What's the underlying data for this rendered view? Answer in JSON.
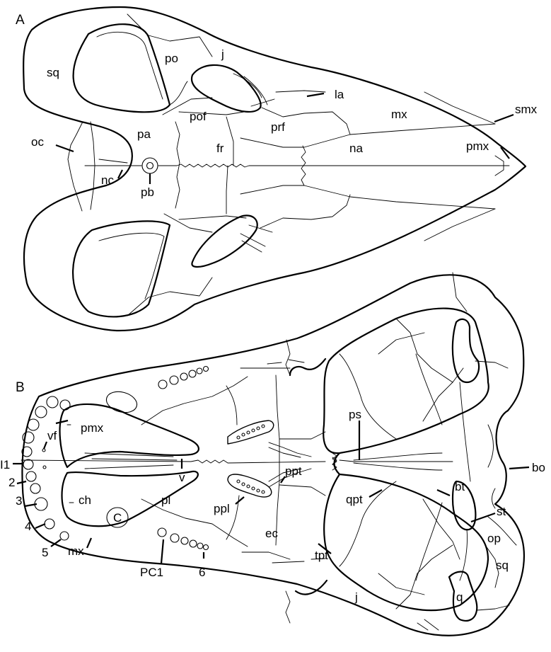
{
  "figure": {
    "panel_a_label": "A",
    "panel_b_label": "B"
  },
  "panel_a": {
    "labels": {
      "sq": "sq",
      "po": "po",
      "j": "j",
      "la": "la",
      "mx": "mx",
      "smx": "smx",
      "pof": "pof",
      "prf": "prf",
      "oc": "oc",
      "pa": "pa",
      "fr": "fr",
      "na": "na",
      "pmx": "pmx",
      "nc": "nc",
      "pb": "pb"
    }
  },
  "panel_b": {
    "labels": {
      "vf": "vf",
      "pmx": "pmx",
      "ps": "ps",
      "bo": "bo",
      "I1": "I1",
      "n2": "2",
      "v": "v",
      "ppt": "ppt",
      "bt": "bt",
      "n3": "3",
      "ch": "ch",
      "pl": "pl",
      "ppl": "ppl",
      "qpt": "qpt",
      "st": "st",
      "n4": "4",
      "C": "C",
      "ec": "ec",
      "n5": "5",
      "mx": "mx",
      "tpt": "tpt",
      "op": "op",
      "sq": "sq",
      "PC1": "PC1",
      "n6": "6",
      "j": "j",
      "q": "q"
    }
  }
}
